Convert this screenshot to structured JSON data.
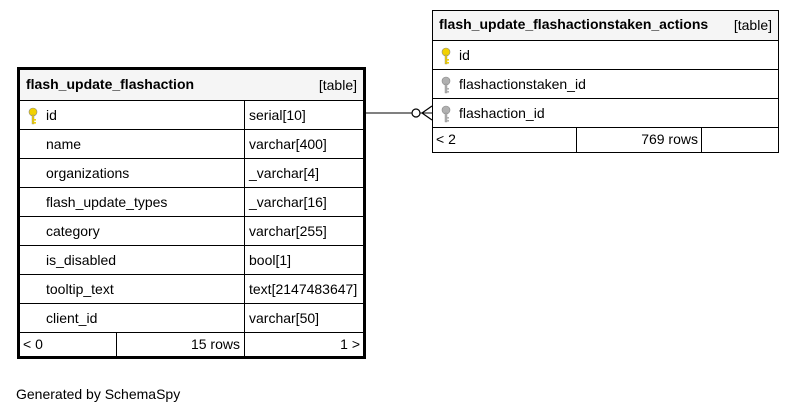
{
  "left_table": {
    "name": "flash_update_flashaction",
    "kind": "[table]",
    "columns": [
      {
        "name": "id",
        "type": "serial[10]",
        "key": "primary-key-icon"
      },
      {
        "name": "name",
        "type": "varchar[400]"
      },
      {
        "name": "organizations",
        "type": "_varchar[4]"
      },
      {
        "name": "flash_update_types",
        "type": "_varchar[16]"
      },
      {
        "name": "category",
        "type": "varchar[255]"
      },
      {
        "name": "is_disabled",
        "type": "bool[1]"
      },
      {
        "name": "tooltip_text",
        "type": "text[2147483647]"
      },
      {
        "name": "client_id",
        "type": "varchar[50]"
      }
    ],
    "footer": {
      "parents": "< 0",
      "rows": "15 rows",
      "children": "1 >"
    }
  },
  "right_table": {
    "name": "flash_update_flashactionstaken_actions",
    "kind": "[table]",
    "columns": [
      {
        "name": "id",
        "key": "primary-key-icon"
      },
      {
        "name": "flashactionstaken_id",
        "key": "foreign-key-icon"
      },
      {
        "name": "flashaction_id",
        "key": "foreign-key-icon"
      }
    ],
    "footer": {
      "parents": "< 2",
      "rows": "769 rows",
      "children": ""
    }
  },
  "generated_by": "Generated by SchemaSpy",
  "colors": {
    "primary_key": "#f2d100",
    "foreign_key": "#b0b0b0",
    "header_bg": "#f5f5f5"
  }
}
